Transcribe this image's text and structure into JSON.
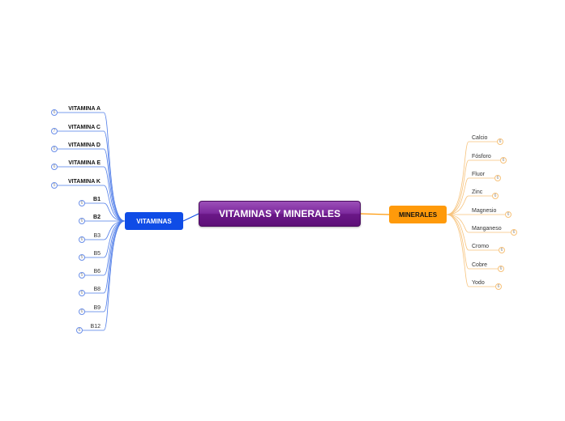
{
  "central_topic": "VITAMINAS Y MINERALES",
  "colors": {
    "central": "#6a1787",
    "vitaminas": "#0f4ce6",
    "minerales": "#ff9a0a",
    "line_blue": "#4d7be8",
    "line_orange": "#f7c27a"
  },
  "branches": {
    "vitaminas": {
      "label": "VITAMINAS",
      "children": [
        "VITAMINA A",
        "VITAMINA C",
        "VITAMINA D",
        "VITAMINA E",
        "VITAMINA K",
        "B1",
        "B2",
        "B3",
        "B5",
        "B6",
        "B8",
        "B9",
        "B12"
      ],
      "bold": [
        true,
        true,
        true,
        true,
        true,
        true,
        true,
        false,
        false,
        false,
        false,
        false,
        false
      ],
      "counts": [
        "6",
        "7",
        "6",
        "6",
        "5",
        "6",
        "6",
        "6",
        "5",
        "5",
        "6",
        "6",
        "6"
      ]
    },
    "minerales": {
      "label": "MINERALES",
      "children": [
        "Calcio",
        "Fósforo",
        "Fluor",
        "Zinc",
        "Magnesio",
        "Manganeso",
        "Cromo",
        "Cobre",
        "Yodo"
      ],
      "counts": [
        "6",
        "6",
        "6",
        "6",
        "6",
        "6",
        "6",
        "6",
        "6"
      ]
    }
  }
}
